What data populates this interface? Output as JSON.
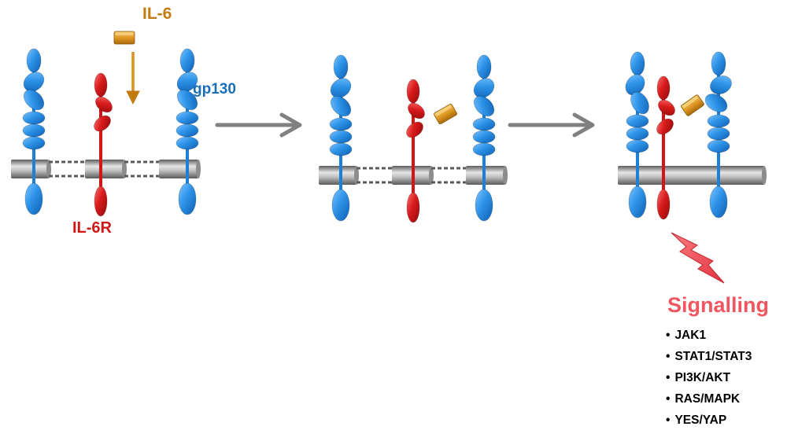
{
  "labels": {
    "ligand": "IL-6",
    "signal_transducer": "gp130",
    "receptor": "IL-6R",
    "signalling_title": "Signalling"
  },
  "signalling_pathways": [
    "JAK1",
    "STAT1/STAT3",
    "PI3K/AKT",
    "RAS/MAPK",
    "YES/YAP"
  ],
  "colors": {
    "gp130": "#1e7fd6",
    "il6r": "#d01616",
    "il6": "#d9901c",
    "il6_label": "#c27d12",
    "gp130_label": "#1a6eb8",
    "il6r_label": "#d01616",
    "signalling_title": "#f05560",
    "arrow": "#808080",
    "membrane": "#9a9a9a"
  },
  "steps": [
    "ligand-approach",
    "ligand-binding",
    "complex-signalling"
  ]
}
